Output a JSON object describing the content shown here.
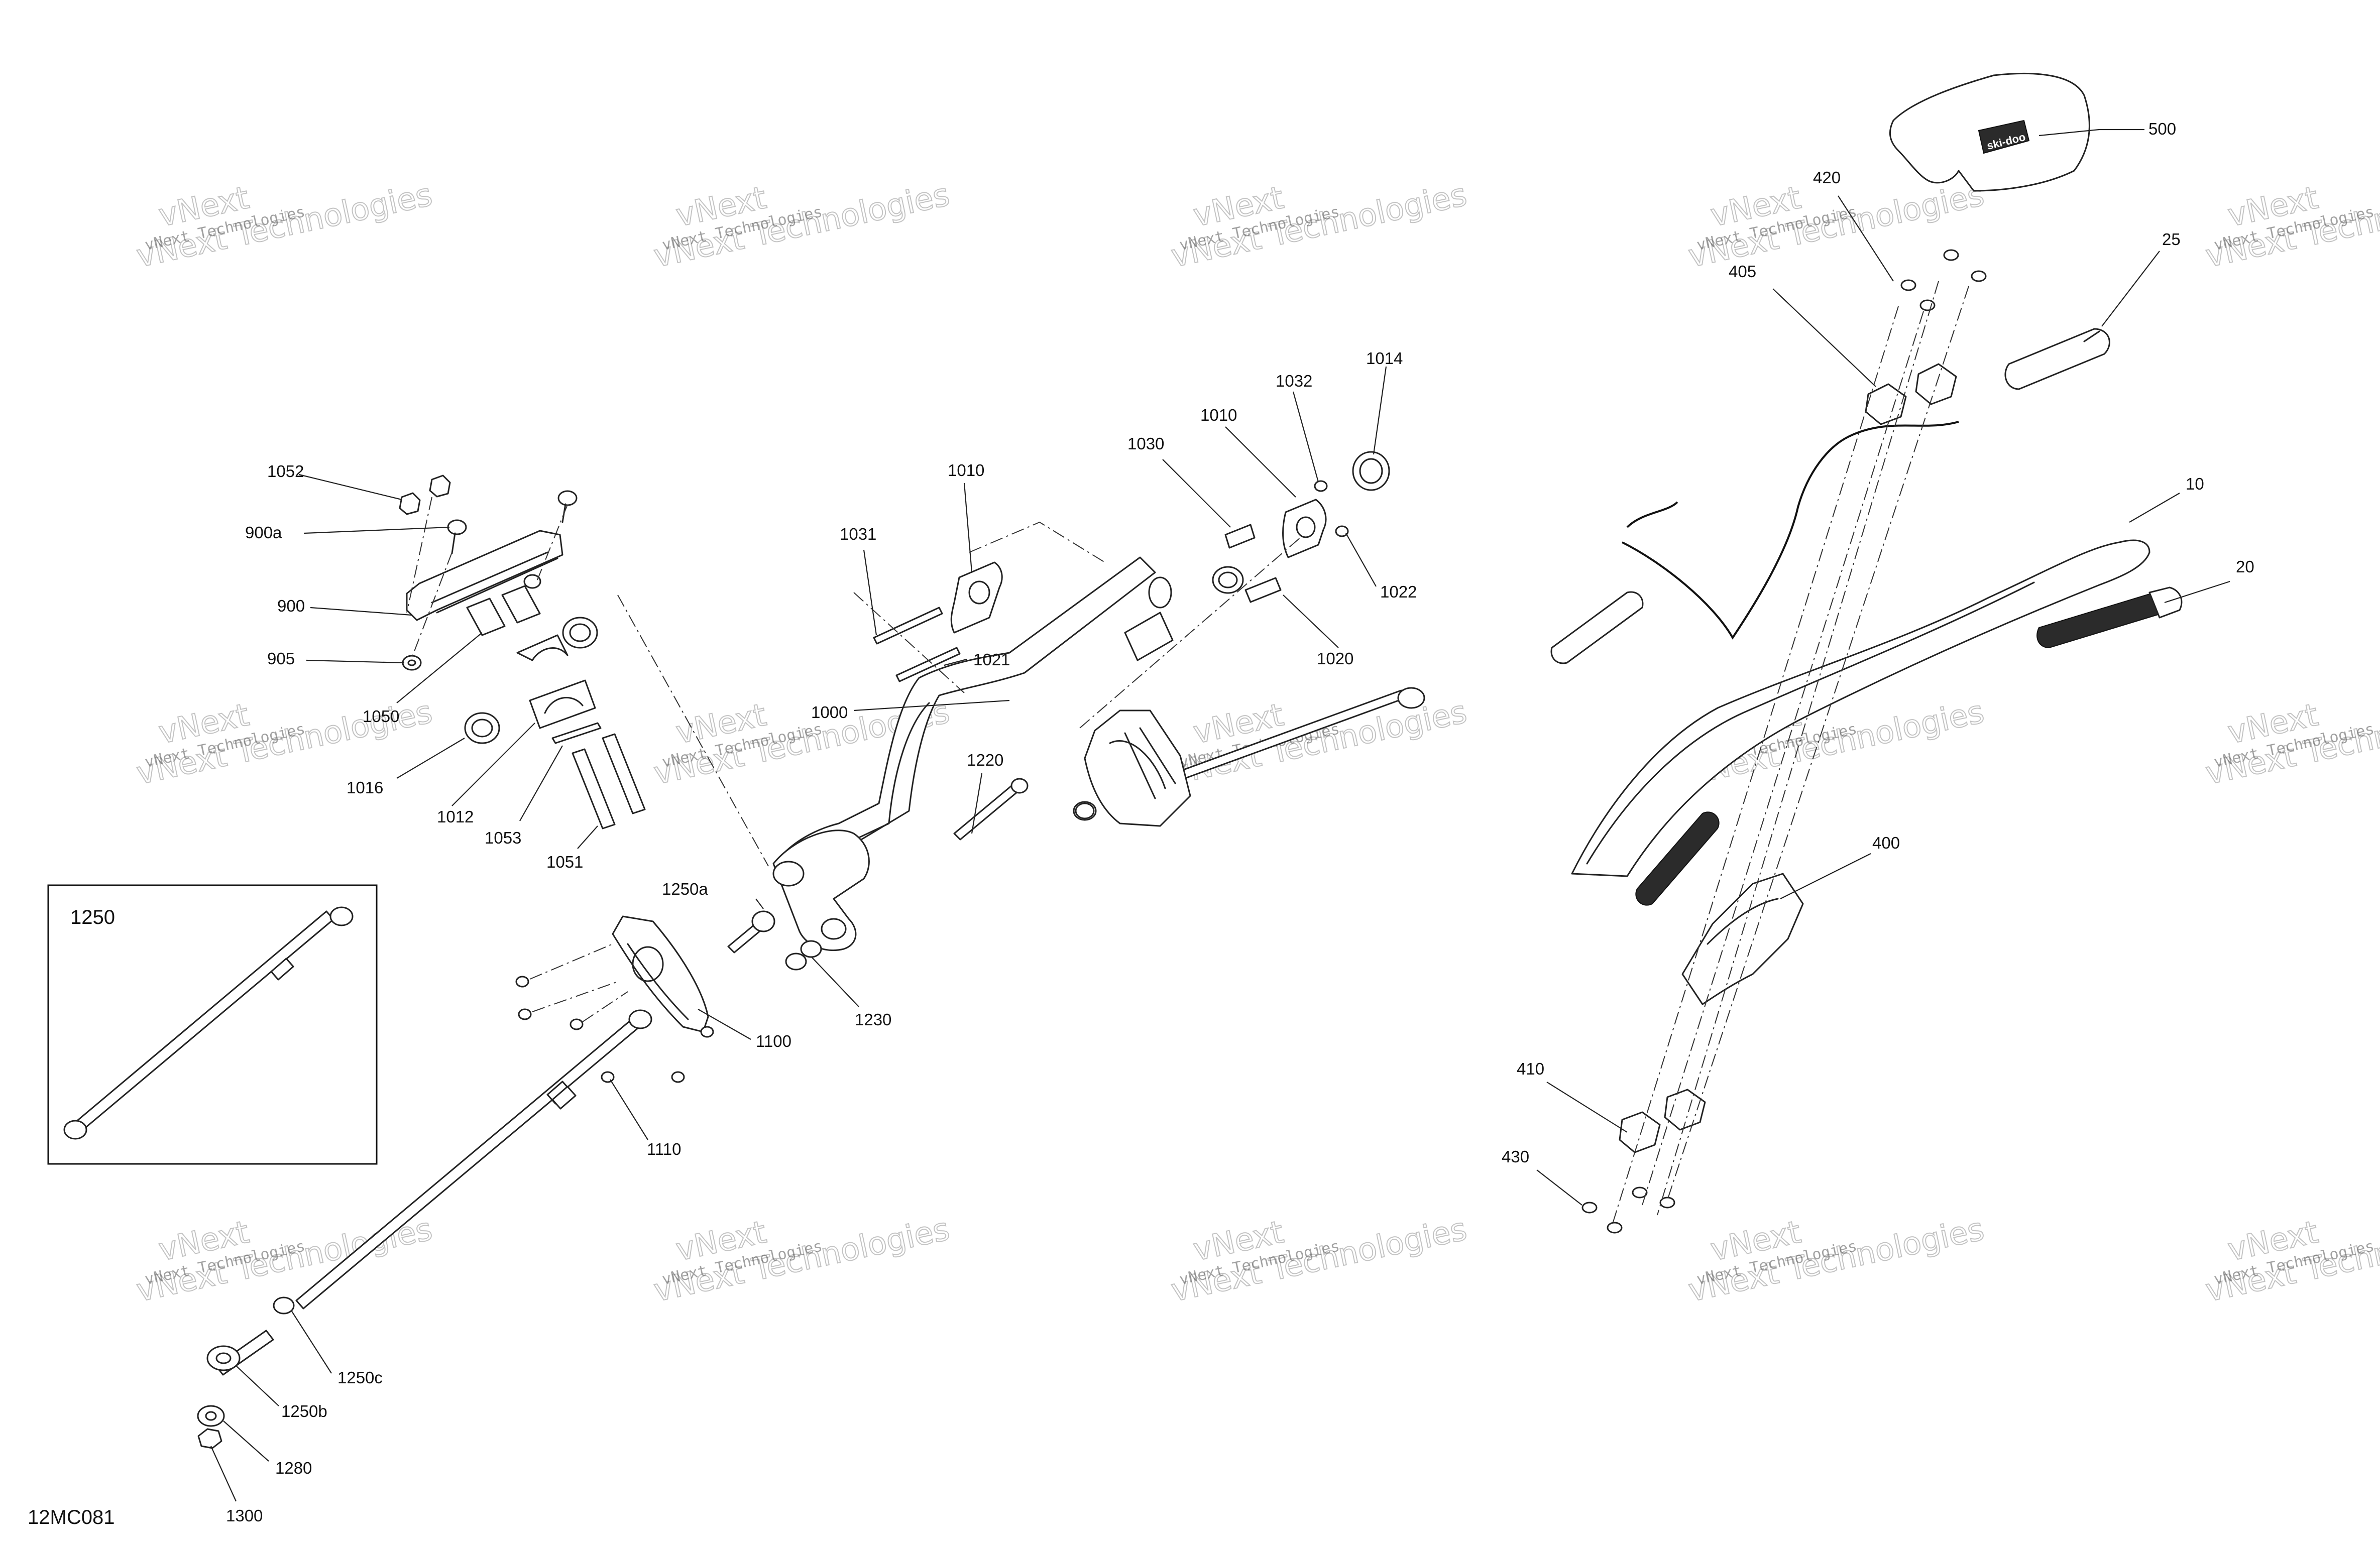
{
  "diagram_ref": "12MC081",
  "inset_label": "1250",
  "watermark": {
    "small": "vNext Technologies",
    "large": "vNext Technologies",
    "large_top": "vNext"
  },
  "logo_text": "ski-doo",
  "callouts": {
    "c10": "10",
    "c20": "20",
    "c25": "25",
    "c400": "400",
    "c405": "405",
    "c410": "410",
    "c420": "420",
    "c430": "430",
    "c500": "500",
    "c900": "900",
    "c900a": "900a",
    "c905": "905",
    "c1000": "1000",
    "c1010a": "1010",
    "c1010b": "1010",
    "c1012": "1012",
    "c1014": "1014",
    "c1016": "1016",
    "c1020": "1020",
    "c1021": "1021",
    "c1022": "1022",
    "c1030": "1030",
    "c1031": "1031",
    "c1032": "1032",
    "c1050": "1050",
    "c1051": "1051",
    "c1052": "1052",
    "c1053": "1053",
    "c1100": "1100",
    "c1110": "1110",
    "c1220": "1220",
    "c1230": "1230",
    "c1250a": "1250a",
    "c1250b": "1250b",
    "c1250c": "1250c",
    "c1280": "1280",
    "c1300": "1300"
  }
}
